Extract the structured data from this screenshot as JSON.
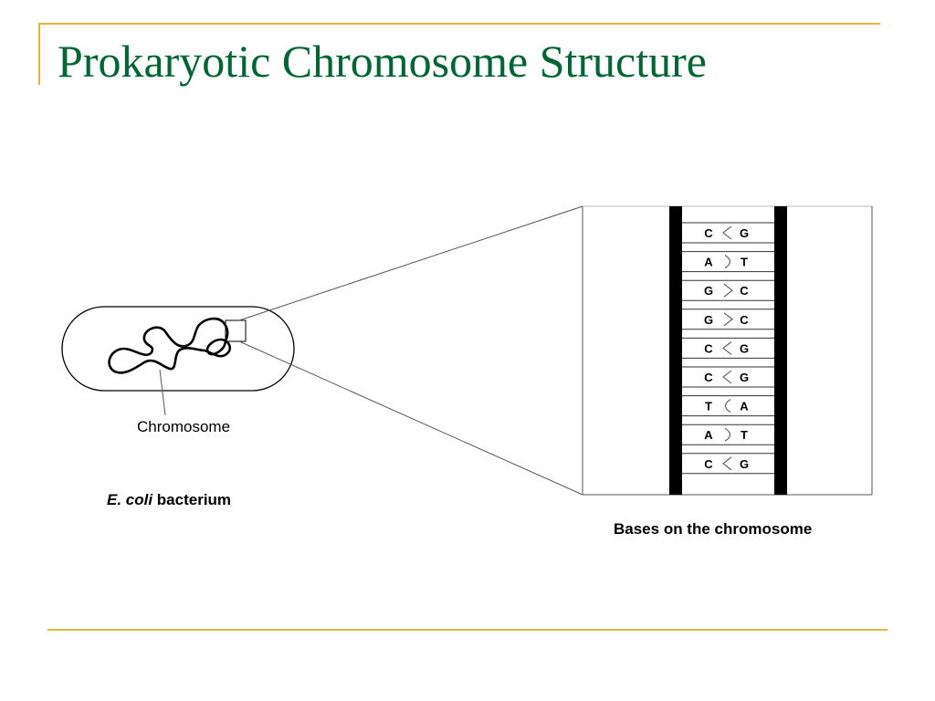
{
  "slide": {
    "title": "Prokaryotic Chromosome Structure",
    "accent_color": "#e5b637",
    "title_color": "#006633"
  },
  "cell": {
    "chromosome_label": "Chromosome",
    "species_italic": "E. coli",
    "species_rest": " bacterium"
  },
  "zoom": {
    "caption": "Bases on the chromosome",
    "base_pairs": [
      {
        "left": "C",
        "right": "G",
        "bond": "less-than"
      },
      {
        "left": "A",
        "right": "T",
        "bond": "right-paren"
      },
      {
        "left": "G",
        "right": "C",
        "bond": "greater-than"
      },
      {
        "left": "G",
        "right": "C",
        "bond": "greater-than"
      },
      {
        "left": "C",
        "right": "G",
        "bond": "less-than"
      },
      {
        "left": "C",
        "right": "G",
        "bond": "less-than"
      },
      {
        "left": "T",
        "right": "A",
        "bond": "left-paren"
      },
      {
        "left": "A",
        "right": "T",
        "bond": "right-paren"
      },
      {
        "left": "C",
        "right": "G",
        "bond": "less-than"
      }
    ]
  }
}
